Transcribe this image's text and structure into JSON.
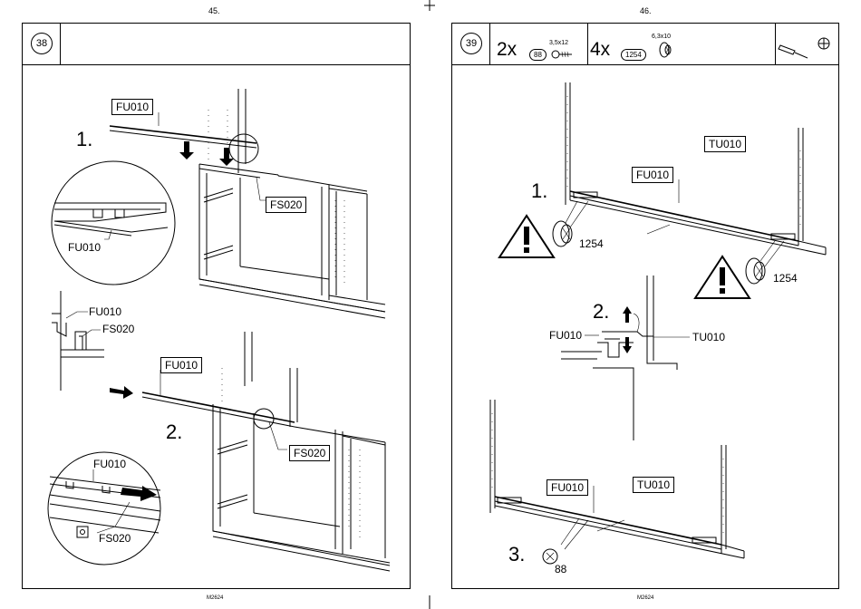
{
  "pages": {
    "left": {
      "number": "45.",
      "footer": "M2624"
    },
    "right": {
      "number": "46.",
      "footer": "M2624"
    }
  },
  "step38": {
    "step_number": "38",
    "substeps": [
      "1.",
      "2."
    ],
    "labels": {
      "rail_top": "FU010",
      "bracket_top": "FS020",
      "detail_rail": "FU010",
      "profile_rail": "FU010",
      "profile_bracket": "FS020",
      "rail_mid": "FU010",
      "bracket_mid": "FS020",
      "detail2_rail": "FU010",
      "detail2_bracket": "FS020"
    }
  },
  "step39": {
    "step_number": "39",
    "hardware": [
      {
        "count": "2x",
        "code": "88",
        "size": "3,5x12"
      },
      {
        "count": "4x",
        "code": "1254",
        "size": "6,3x10"
      }
    ],
    "substeps": [
      "1.",
      "2.",
      "3."
    ],
    "labels": {
      "panel_top": "TU010",
      "rail_top": "FU010",
      "screw_left": "1254",
      "screw_right": "1254",
      "profile_rail": "FU010",
      "profile_panel": "TU010",
      "rail_bottom": "FU010",
      "panel_bottom": "TU010",
      "screw_bottom": "88"
    }
  }
}
